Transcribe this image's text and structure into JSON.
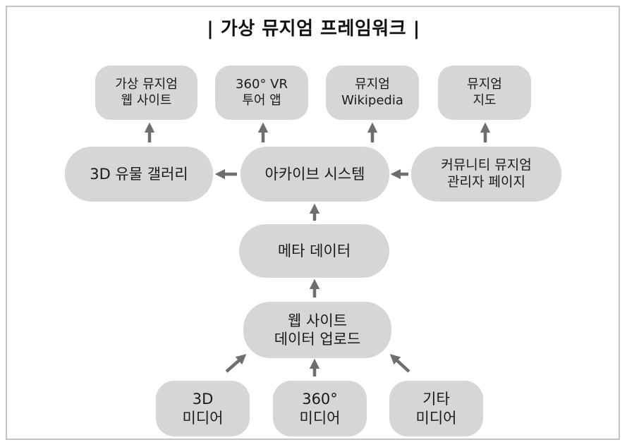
{
  "title": "| 가상 뮤지엄 프레임워크 |",
  "nodes": {
    "virtual_museum_web": "가상 뮤지엄\n웹 사이트",
    "vr_tour_app": "360° VR\n투어 앱",
    "museum_wikipedia": "뮤지엄\nWikipedia",
    "museum_map": "뮤지엄\n지도",
    "gallery_3d": "3D 유물 갤러리",
    "archive_system": "아카이브 시스템",
    "community_admin": "커뮤니티 뮤지엄\n관리자 페이지",
    "metadata": "메타 데이터",
    "web_upload": "웹 사이트\n데이터 업로드",
    "media_3d": "3D\n미디어",
    "media_360": "360°\n미디어",
    "media_other": "기타\n미디어"
  },
  "colors": {
    "node_fill": "#d6d6d6",
    "arrow": "#6e6e6e",
    "border": "#c4c4c4"
  }
}
